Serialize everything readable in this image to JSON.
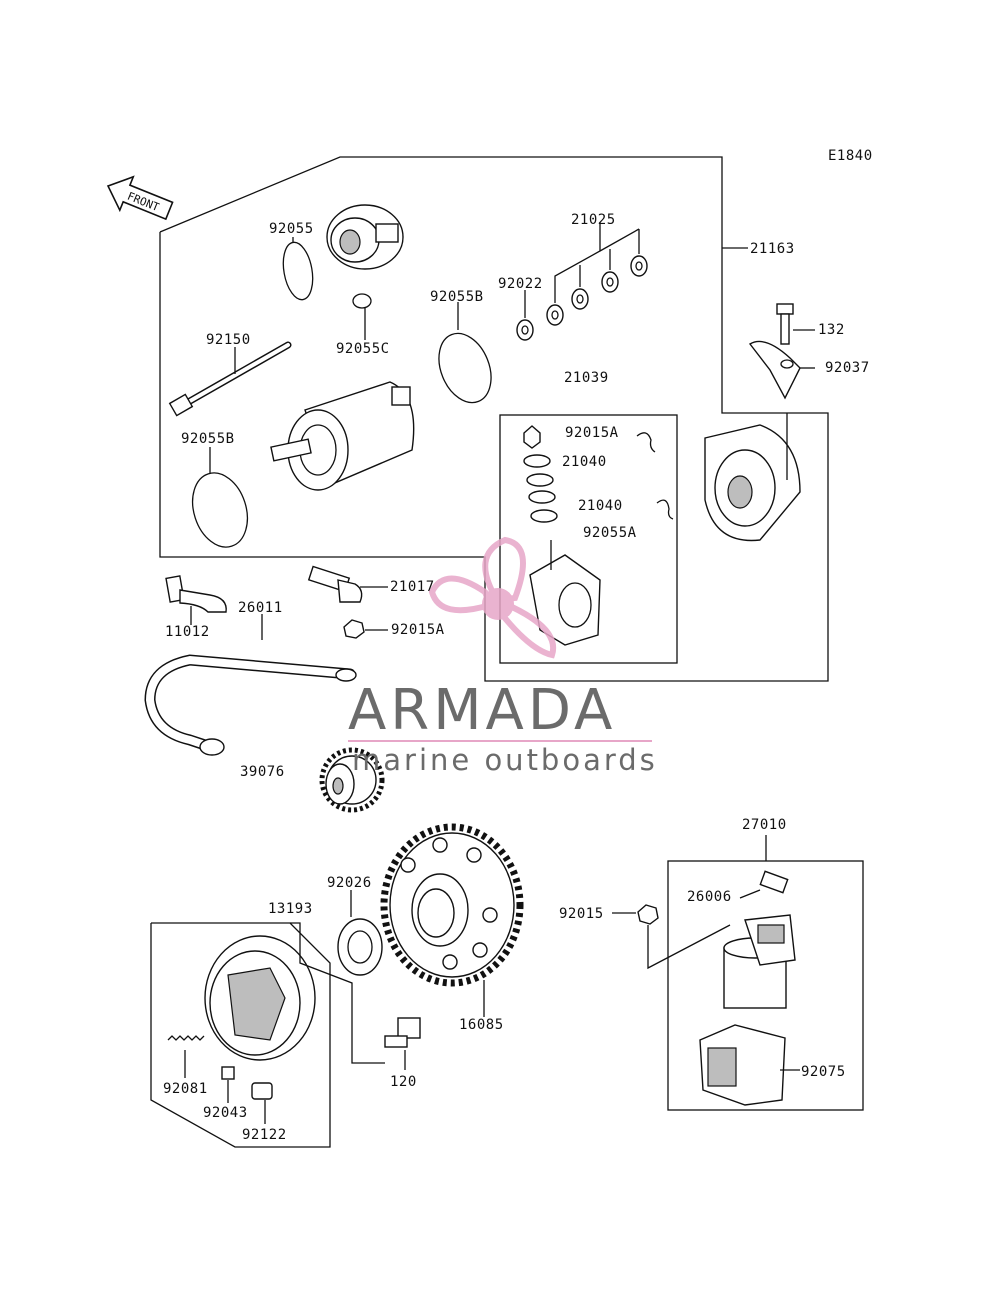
{
  "diagram": {
    "figure_code": "E1840",
    "front_label": "FRONT",
    "watermark": {
      "title": "ARMADA",
      "subtitle": "marine outboards",
      "accent_color": "#e7a6c8"
    },
    "labels": {
      "p92055": "92055",
      "p21025": "21025",
      "p21163": "21163",
      "p92055B_top": "92055B",
      "p92022": "92022",
      "p132": "132",
      "p92150": "92150",
      "p92055C": "92055C",
      "p92037": "92037",
      "p21039": "21039",
      "p92015A_box": "92015A",
      "p92055B_left": "92055B",
      "p21040_a": "21040",
      "p21040_b": "21040",
      "p92055A": "92055A",
      "p21017": "21017",
      "p11012": "11012",
      "p26011": "26011",
      "p92015A_nut": "92015A",
      "p39076": "39076",
      "p27010": "27010",
      "p92026": "92026",
      "p13193": "13193",
      "p26006": "26006",
      "p92015": "92015",
      "p16085": "16085",
      "p120": "120",
      "p92081": "92081",
      "p92043": "92043",
      "p92075": "92075",
      "p92122": "92122"
    }
  }
}
